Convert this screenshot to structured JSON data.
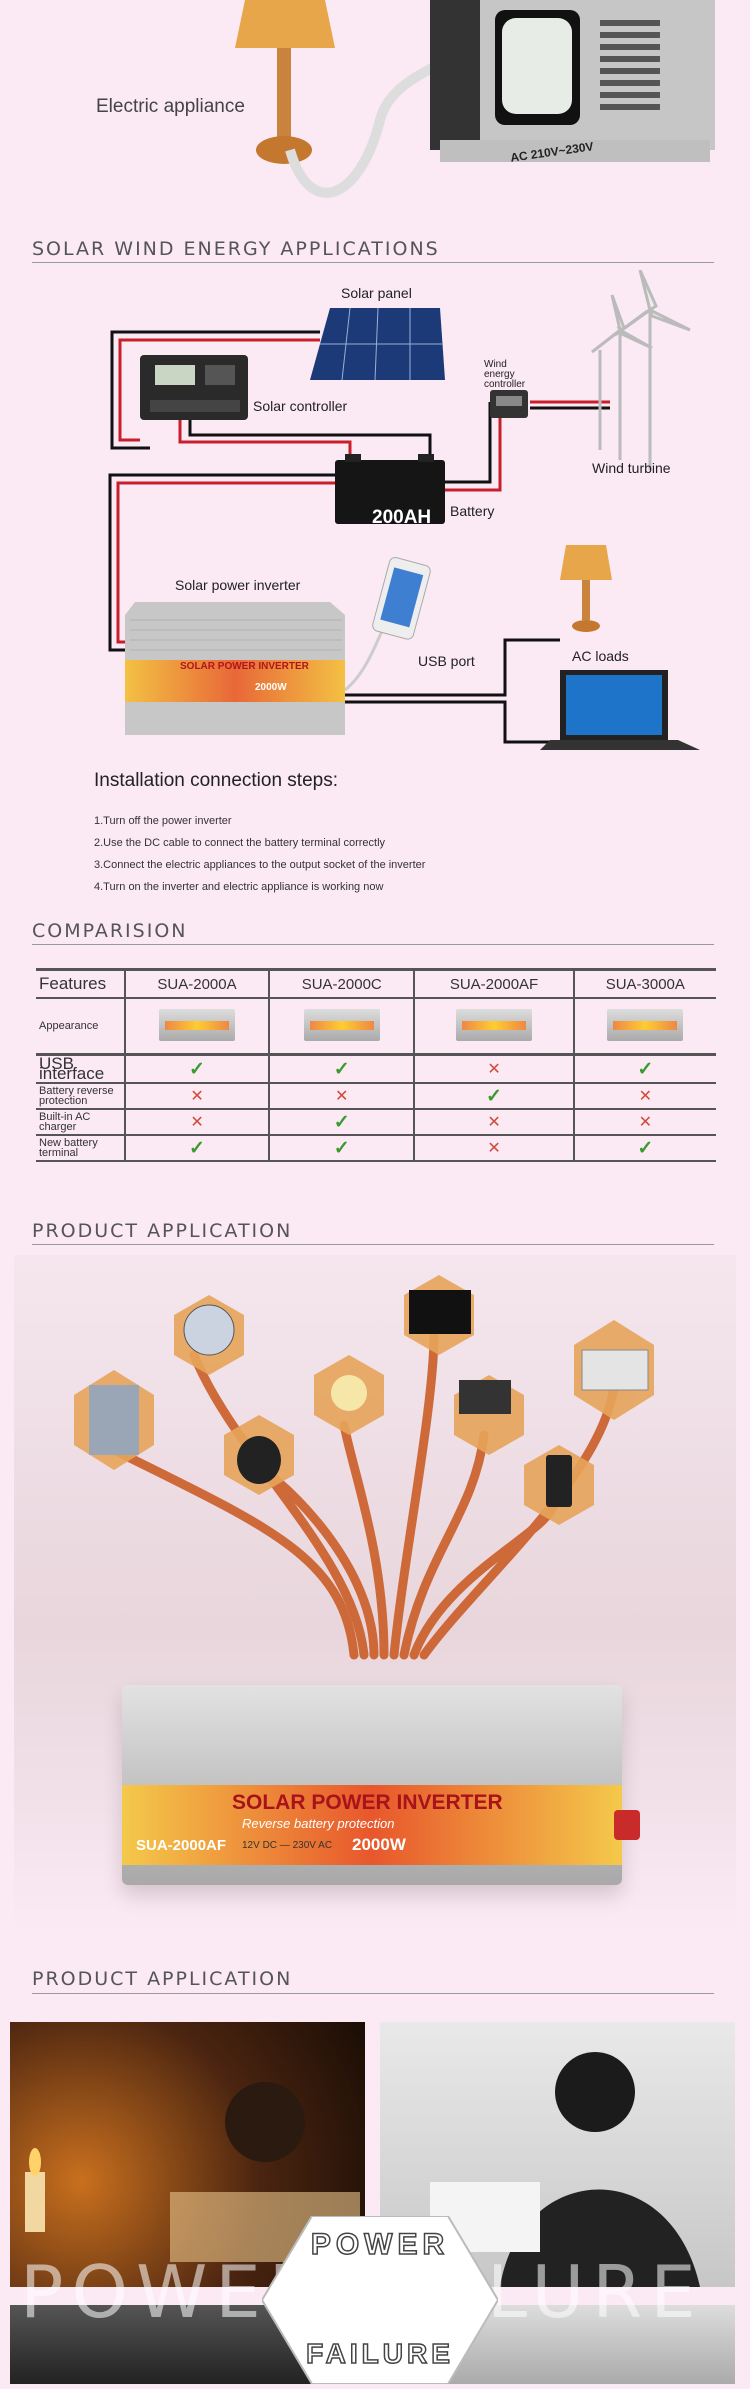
{
  "top": {
    "appliance_label": "Electric appliance",
    "inverter_output": "AC 210V~230V"
  },
  "solar_section": {
    "title": "SOLAR WIND ENERGY APPLICATIONS",
    "labels": {
      "solar_panel": "Solar panel",
      "solar_controller": "Solar controller",
      "wind_controller": "Wind energy controller",
      "wind_turbine": "Wind turbine",
      "battery": "Battery",
      "battery_capacity": "200AH",
      "inverter": "Solar power inverter",
      "usb_port": "USB port",
      "ac_loads": "AC loads",
      "inverter_brand": "SOLAR POWER INVERTER",
      "inverter_power": "2000W"
    },
    "steps_title": "Installation connection steps:",
    "steps": [
      "1.Turn off the power inverter",
      "2.Use the DC cable to connect the battery terminal correctly",
      "3.Connect the electric appliances to the output socket of the inverter",
      "4.Turn on the inverter and electric appliance is working now"
    ]
  },
  "comparison": {
    "title": "COMPARISION",
    "headers": [
      "Features",
      "SUA-2000A",
      "SUA-2000C",
      "SUA-2000AF",
      "SUA-3000A"
    ],
    "appearance_label": "Appearance",
    "rows": [
      {
        "feature": "USB interface",
        "values": [
          "yes",
          "yes",
          "no",
          "yes"
        ]
      },
      {
        "feature": "Battery reverse protection",
        "values": [
          "no",
          "no",
          "yes",
          "no"
        ]
      },
      {
        "feature": "Built-in AC charger",
        "values": [
          "no",
          "yes",
          "no",
          "no"
        ]
      },
      {
        "feature": "New battery terminal",
        "values": [
          "yes",
          "yes",
          "no",
          "yes"
        ]
      }
    ]
  },
  "application1": {
    "title": "PRODUCT APPLICATION",
    "inverter_brand": "SOLAR POWER INVERTER",
    "inverter_sub": "Reverse battery protection",
    "inverter_model": "SUA-2000AF",
    "inverter_spec": "12V DC — 230V AC",
    "inverter_power": "2000W"
  },
  "application2": {
    "title": "PRODUCT APPLICATION",
    "badge_line1": "POWER",
    "badge_line2": "FAILURE",
    "watermark": "POWER FAILURE"
  },
  "colors": {
    "background": "#fbe9f4",
    "wire_red": "#c8202a",
    "wire_black": "#111111",
    "check_green": "#3a9a2e",
    "cross_red": "#d24a3a"
  }
}
